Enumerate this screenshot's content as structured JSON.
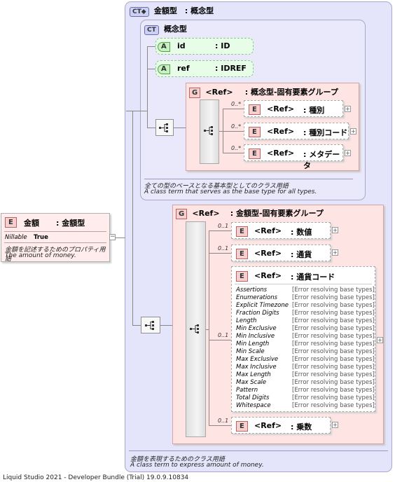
{
  "root": {
    "badge": "E",
    "name": "金額",
    "type": ": 金額型",
    "nillable_label": "Nillable",
    "nillable_value": "True",
    "desc_jp": "金額を記述するためのプロパティ用語",
    "desc_en": "The amount of money."
  },
  "complex_outer": {
    "badge": "CT",
    "title": "金額型　: 概念型",
    "desc_jp": "金額を表現するためのクラス用語",
    "desc_en": "A class term to express amount of money."
  },
  "complex_inner": {
    "badge": "CT",
    "title": "概念型",
    "desc_jp": "全ての型のベースとなる基本型としてのクラス用語",
    "desc_en": "A class term that serves as the base type for all types.",
    "attributes": [
      {
        "badge": "A",
        "name": "id",
        "type": ": ID"
      },
      {
        "badge": "A",
        "name": "ref",
        "type": ": IDREF"
      }
    ],
    "group": {
      "badge": "G",
      "ref": "<Ref>",
      "name": ": 概念型-固有要素グループ",
      "elements": [
        {
          "occ": "0..*",
          "badge": "E",
          "ref": "<Ref>",
          "name": ": 種別"
        },
        {
          "occ": "0..*",
          "badge": "E",
          "ref": "<Ref>",
          "name": ": 種別コード"
        },
        {
          "occ": "0..*",
          "badge": "E",
          "ref": "<Ref>",
          "name": ": メタデータ"
        }
      ]
    }
  },
  "group2": {
    "badge": "G",
    "ref": "<Ref>",
    "name": ": 金額型-固有要素グループ",
    "elements": [
      {
        "occ": "0..1",
        "badge": "E",
        "ref": "<Ref>",
        "name": ": 数値"
      },
      {
        "occ": "0..1",
        "badge": "E",
        "ref": "<Ref>",
        "name": ": 通貨"
      },
      {
        "occ": "0..1",
        "badge": "E",
        "ref": "<Ref>",
        "name": ": 通貨コード"
      },
      {
        "occ": "0..1",
        "badge": "E",
        "ref": "<Ref>",
        "name": ": 乗数"
      }
    ],
    "facets": [
      {
        "name": "Assertions",
        "value": "[Error resolving base types]"
      },
      {
        "name": "Enumerations",
        "value": "[Error resolving base types]"
      },
      {
        "name": "Explicit Timezone",
        "value": "[Error resolving base types]"
      },
      {
        "name": "Fraction Digits",
        "value": "[Error resolving base types]"
      },
      {
        "name": "Length",
        "value": "[Error resolving base types]"
      },
      {
        "name": "Min Exclusive",
        "value": "[Error resolving base types]"
      },
      {
        "name": "Min Inclusive",
        "value": "[Error resolving base types]"
      },
      {
        "name": "Min Length",
        "value": "[Error resolving base types]"
      },
      {
        "name": "Min Scale",
        "value": "[Error resolving base types]"
      },
      {
        "name": "Max Exclusive",
        "value": "[Error resolving base types]"
      },
      {
        "name": "Max Inclusive",
        "value": "[Error resolving base types]"
      },
      {
        "name": "Max Length",
        "value": "[Error resolving base types]"
      },
      {
        "name": "Max Scale",
        "value": "[Error resolving base types]"
      },
      {
        "name": "Pattern",
        "value": "[Error resolving base types]"
      },
      {
        "name": "Total Digits",
        "value": "[Error resolving base types]"
      },
      {
        "name": "Whitespace",
        "value": "[Error resolving base types]"
      }
    ]
  },
  "icons": {
    "plus": "+",
    "minus": "−",
    "sequence": "sequence-icon",
    "complex": "complex-type-icon"
  },
  "footer": "Liquid Studio 2021 - Developer Bundle (Trial) 19.0.9.10834"
}
